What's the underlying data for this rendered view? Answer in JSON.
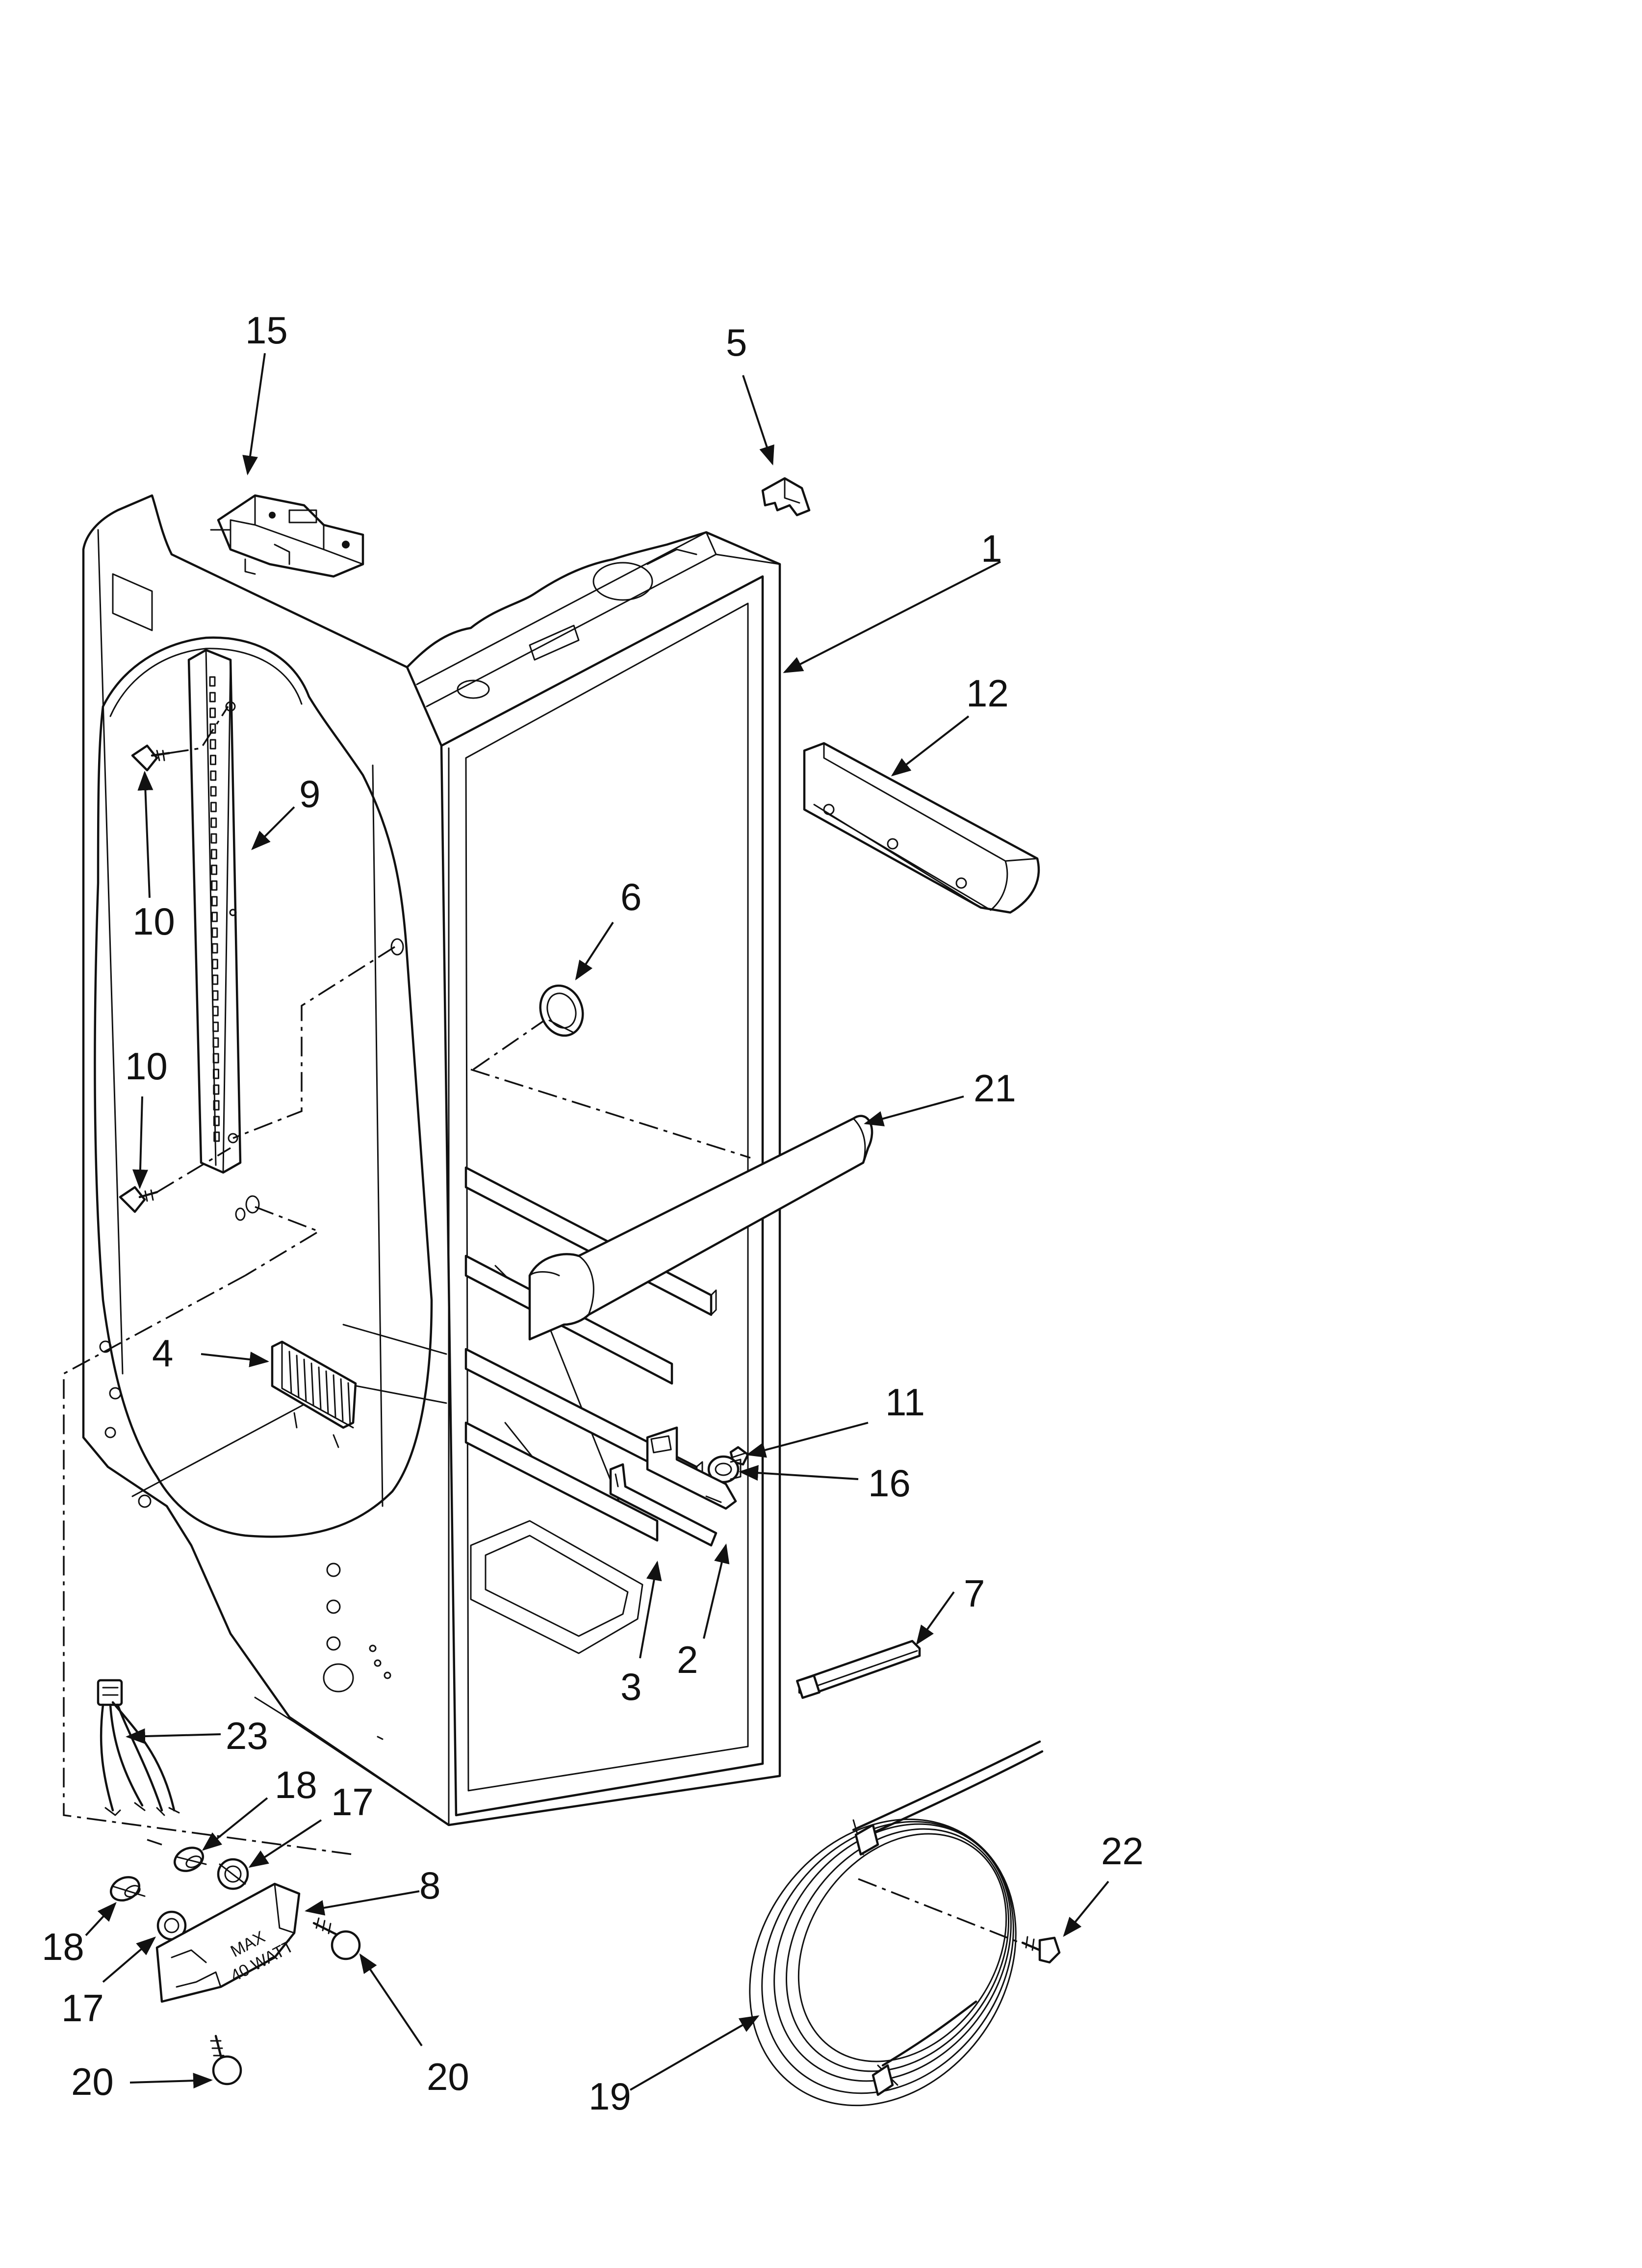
{
  "callouts": [
    {
      "id": "c15",
      "label": "15"
    },
    {
      "id": "c5",
      "label": "5"
    },
    {
      "id": "c1",
      "label": "1"
    },
    {
      "id": "c12",
      "label": "12"
    },
    {
      "id": "c9",
      "label": "9"
    },
    {
      "id": "c6",
      "label": "6"
    },
    {
      "id": "c10a",
      "label": "10"
    },
    {
      "id": "c10b",
      "label": "10"
    },
    {
      "id": "c21",
      "label": "21"
    },
    {
      "id": "c4",
      "label": "4"
    },
    {
      "id": "c11",
      "label": "11"
    },
    {
      "id": "c16",
      "label": "16"
    },
    {
      "id": "c7",
      "label": "7"
    },
    {
      "id": "c3",
      "label": "3"
    },
    {
      "id": "c2",
      "label": "2"
    },
    {
      "id": "c23",
      "label": "23"
    },
    {
      "id": "c18a",
      "label": "18"
    },
    {
      "id": "c17a",
      "label": "17"
    },
    {
      "id": "c8",
      "label": "8"
    },
    {
      "id": "c22",
      "label": "22"
    },
    {
      "id": "c18b",
      "label": "18"
    },
    {
      "id": "c17b",
      "label": "17"
    },
    {
      "id": "c20a",
      "label": "20"
    },
    {
      "id": "c20b",
      "label": "20"
    },
    {
      "id": "c19",
      "label": "19"
    }
  ],
  "part_marking": {
    "line1": "MAX",
    "line2": "40 WATT"
  }
}
